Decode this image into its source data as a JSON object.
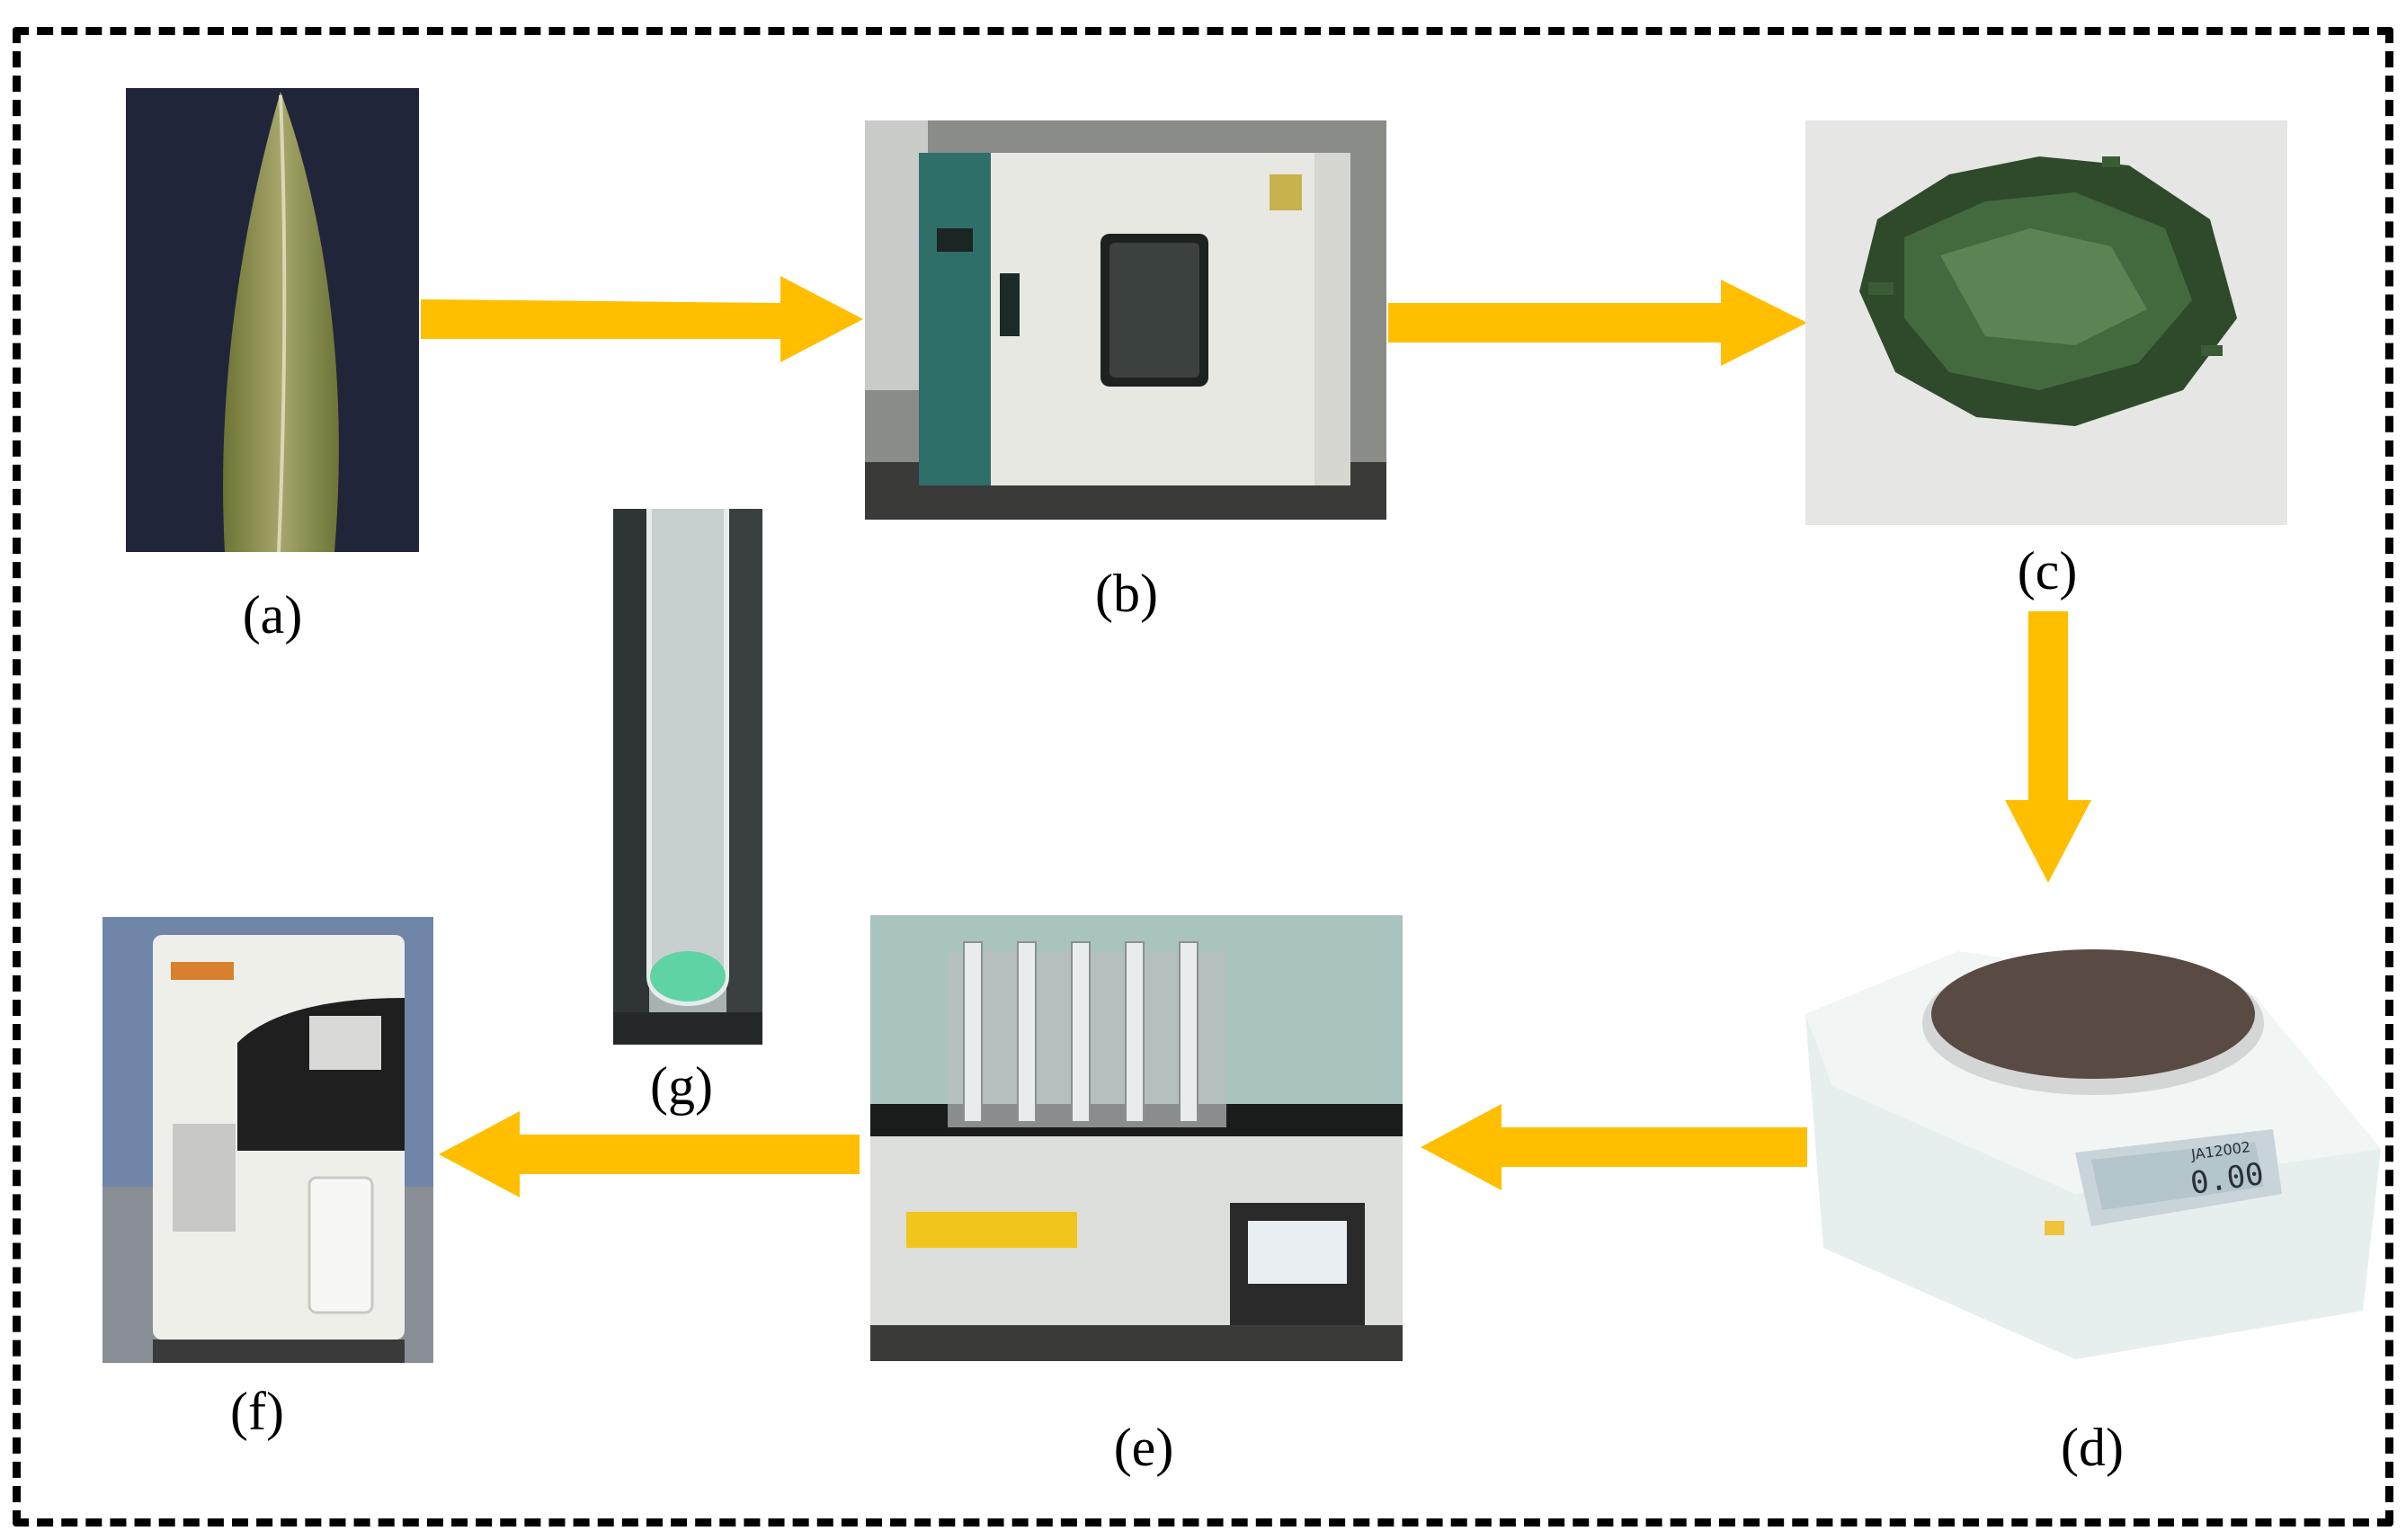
{
  "diagram": {
    "steps": [
      {
        "id": "a",
        "label": "(a)",
        "subject": "leaf"
      },
      {
        "id": "b",
        "label": "(b)",
        "subject": "drying-oven"
      },
      {
        "id": "c",
        "label": "(c)",
        "subject": "chopped-leaves"
      },
      {
        "id": "d",
        "label": "(d)",
        "subject": "electronic-balance"
      },
      {
        "id": "e",
        "label": "(e)",
        "subject": "digestion-block"
      },
      {
        "id": "f",
        "label": "(f)",
        "subject": "kjeldahl-analyzer"
      },
      {
        "id": "g",
        "label": "(g)",
        "subject": "test-tube"
      }
    ],
    "flow": [
      "a",
      "b",
      "c",
      "d",
      "e",
      "f"
    ],
    "balance_display": "0.00",
    "balance_model": "JA12002",
    "colors": {
      "arrow": "#FFBF00",
      "border": "#000000"
    }
  }
}
